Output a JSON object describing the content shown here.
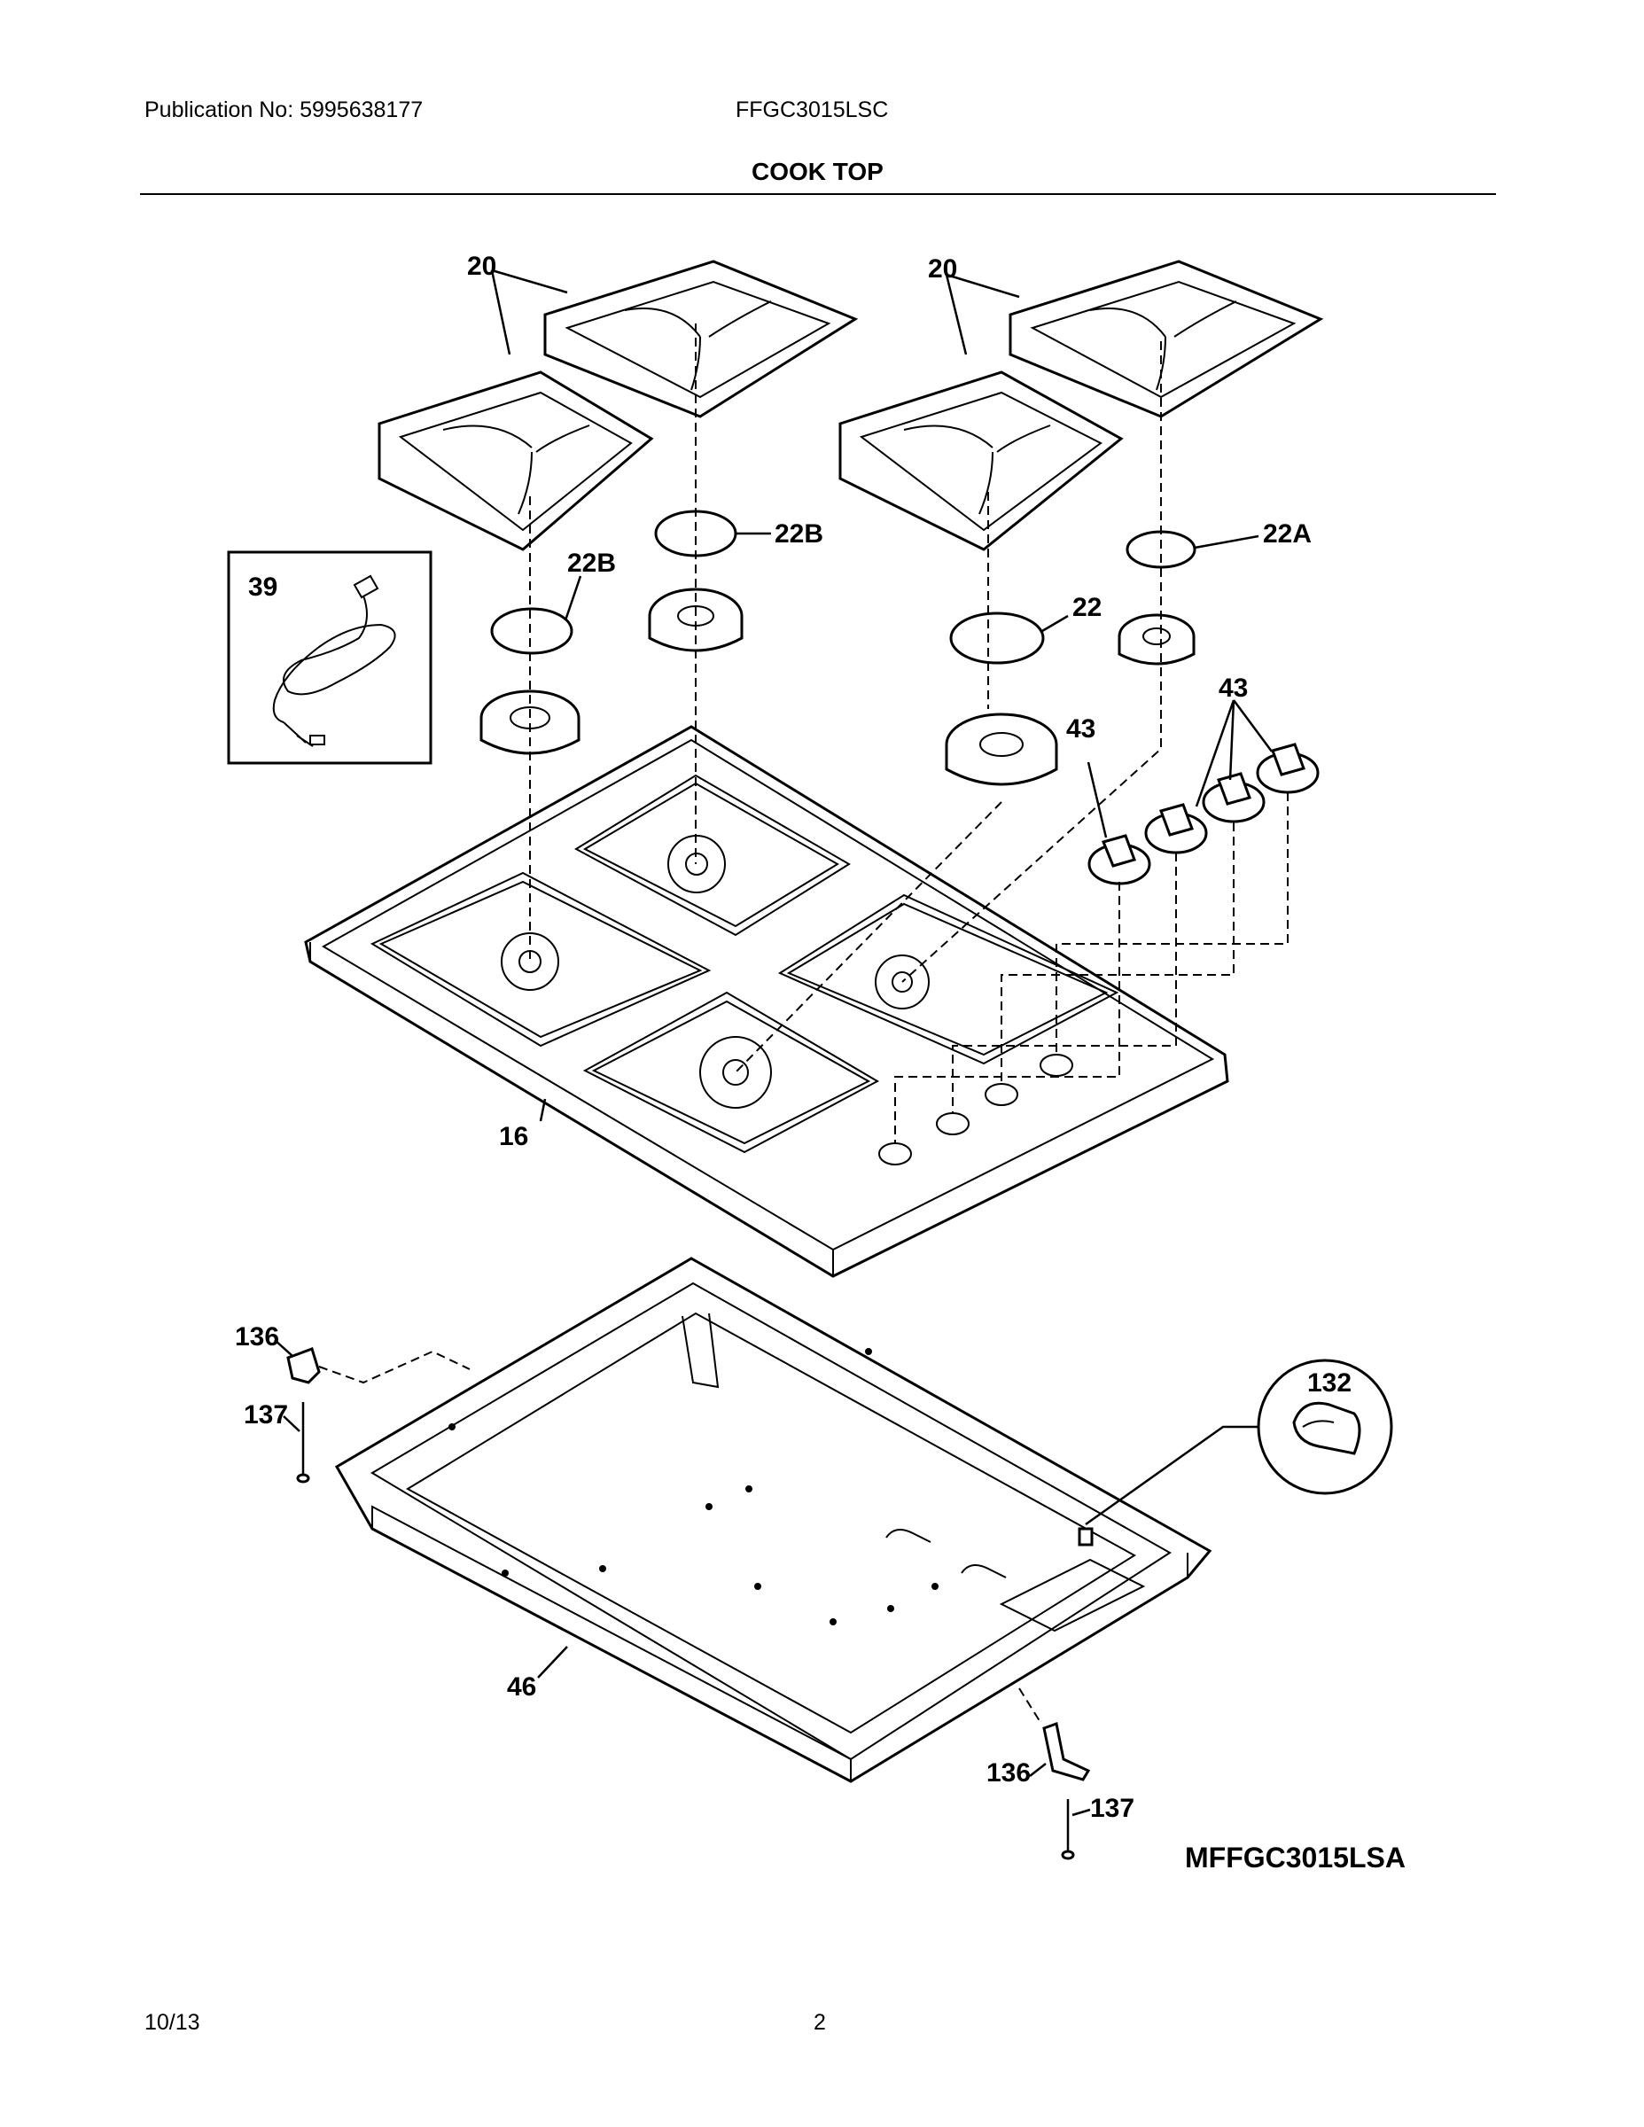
{
  "header": {
    "publication": "Publication No: 5995638177",
    "model": "FFGC3015LSC",
    "section_title": "COOK TOP"
  },
  "callouts": {
    "grates_left": "20",
    "grates_right": "20",
    "cap_22b_upper": "22B",
    "cap_22b_lower": "22B",
    "cap_22": "22",
    "cap_22a": "22A",
    "power_cord": "39",
    "knob_single": "43",
    "knob_group": "43",
    "cooktop": "16",
    "bracket_left": "136",
    "screw_left": "137",
    "burner_box": "46",
    "grommet": "132",
    "bracket_right": "136",
    "screw_right": "137"
  },
  "diagram_code": "MFFGC3015LSA",
  "footer": {
    "date": "10/13",
    "page": "2"
  }
}
